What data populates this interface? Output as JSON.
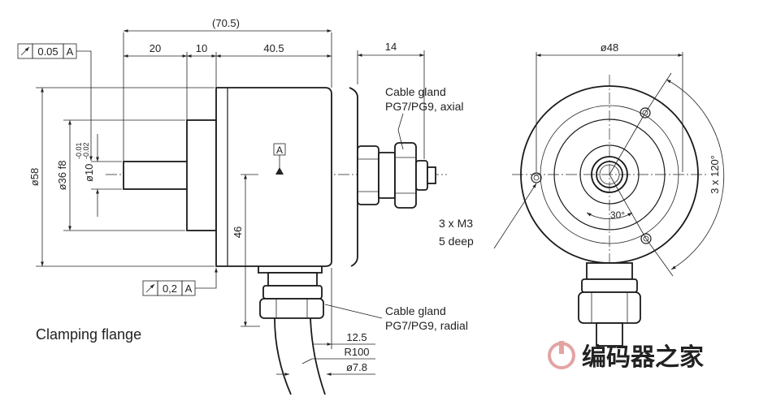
{
  "dimensions": {
    "overall_length": "(70.5)",
    "seg_20": "20",
    "seg_10": "10",
    "seg_40_5": "40.5",
    "gland_axial_len": "14",
    "diameter_58": "ø58",
    "diameter_36": "ø36 f8",
    "diameter_10": "ø10",
    "tol_upper": "-0.01",
    "tol_lower": "-0.02",
    "height_46": "46",
    "radial_12_5": "12.5",
    "bend_radius": "R100",
    "cable_dia": "ø7.8",
    "front_dia": "ø48",
    "angle_120": "3 x 120°",
    "angle_30": "30°"
  },
  "tolerance_frames": {
    "runout_value": "0.05",
    "runout_datum": "A",
    "face_value": "0,2",
    "face_datum": "A",
    "datum_label": "A"
  },
  "labels": {
    "gland_axial_line1": "Cable gland",
    "gland_axial_line2": "PG7/PG9, axial",
    "gland_radial_line1": "Cable gland",
    "gland_radial_line2": "PG7/PG9, radial",
    "thread_line1": "3 x M3",
    "thread_line2": "5 deep",
    "caption": "Clamping flange"
  },
  "watermark": {
    "text": "编码器之家",
    "color": "#e4a3a3"
  }
}
